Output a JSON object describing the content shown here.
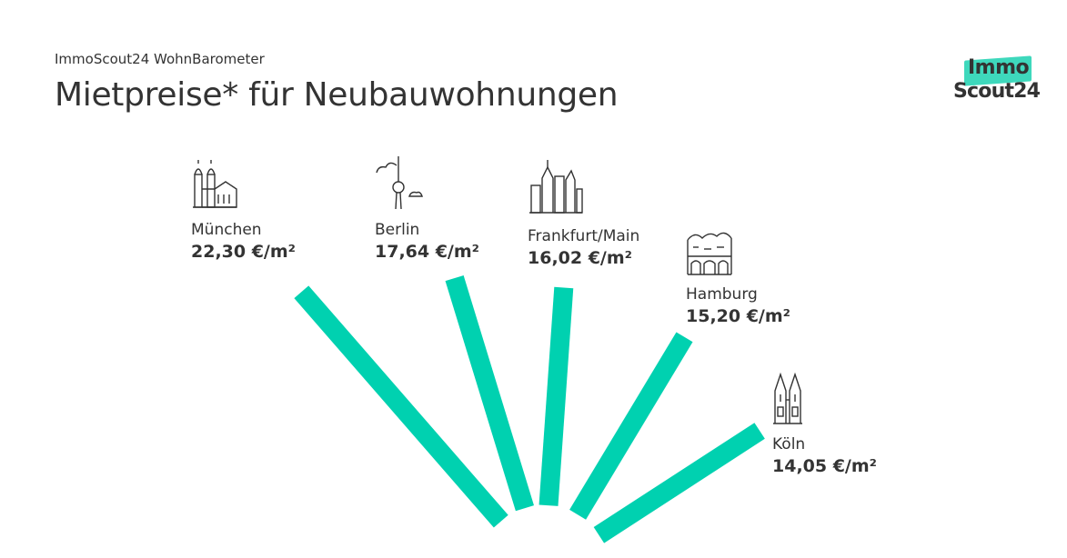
{
  "header": {
    "subtitle": "ImmoScout24 WohnBarometer",
    "title": "Mietpreise* für Neubauwohnungen"
  },
  "logo": {
    "top": "Immo",
    "bottom": "Scout24",
    "accent": "#3ed8bc"
  },
  "chart_data": {
    "type": "bar",
    "categories": [
      "München",
      "Berlin",
      "Frankfurt/Main",
      "Hamburg",
      "Köln"
    ],
    "values": [
      22.3,
      17.64,
      16.02,
      15.2,
      14.05
    ],
    "value_labels": [
      "22,30 €/m²",
      "17,64 €/m²",
      "16,02 €/m²",
      "15,20 €/m²",
      "14,05 €/m²"
    ],
    "icons": [
      "frauenkirche-icon",
      "fernsehturm-icon",
      "skyline-icon",
      "elbphilharmonie-icon",
      "cathedral-icon"
    ],
    "bar_color": "#00d1b0"
  }
}
